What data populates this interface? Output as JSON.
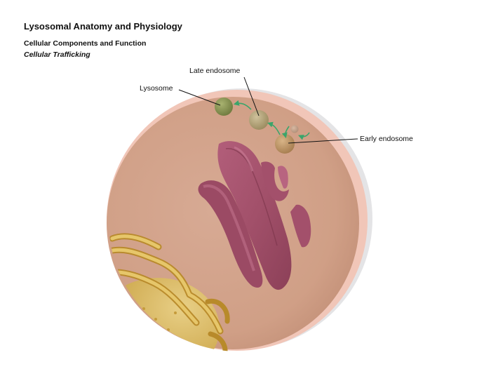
{
  "title": "Lysosomal Anatomy and Physiology",
  "subtitle": "Cellular Components and Function",
  "section": "Cellular Trafficking",
  "labels": {
    "lysosome": "Lysosome",
    "late_endosome": "Late endosome",
    "early_endosome": "Early endosome"
  },
  "colors": {
    "cytoplasm": "#d7a88f",
    "membrane": "#f0c4b4",
    "golgi": "#a8546c",
    "lysosome": "#8f9a5a",
    "late_endosome": "#b4a57c",
    "early_endosome": "#c19a6b",
    "arrows": "#3aa56a",
    "nucleus": "#d4aa3c"
  }
}
